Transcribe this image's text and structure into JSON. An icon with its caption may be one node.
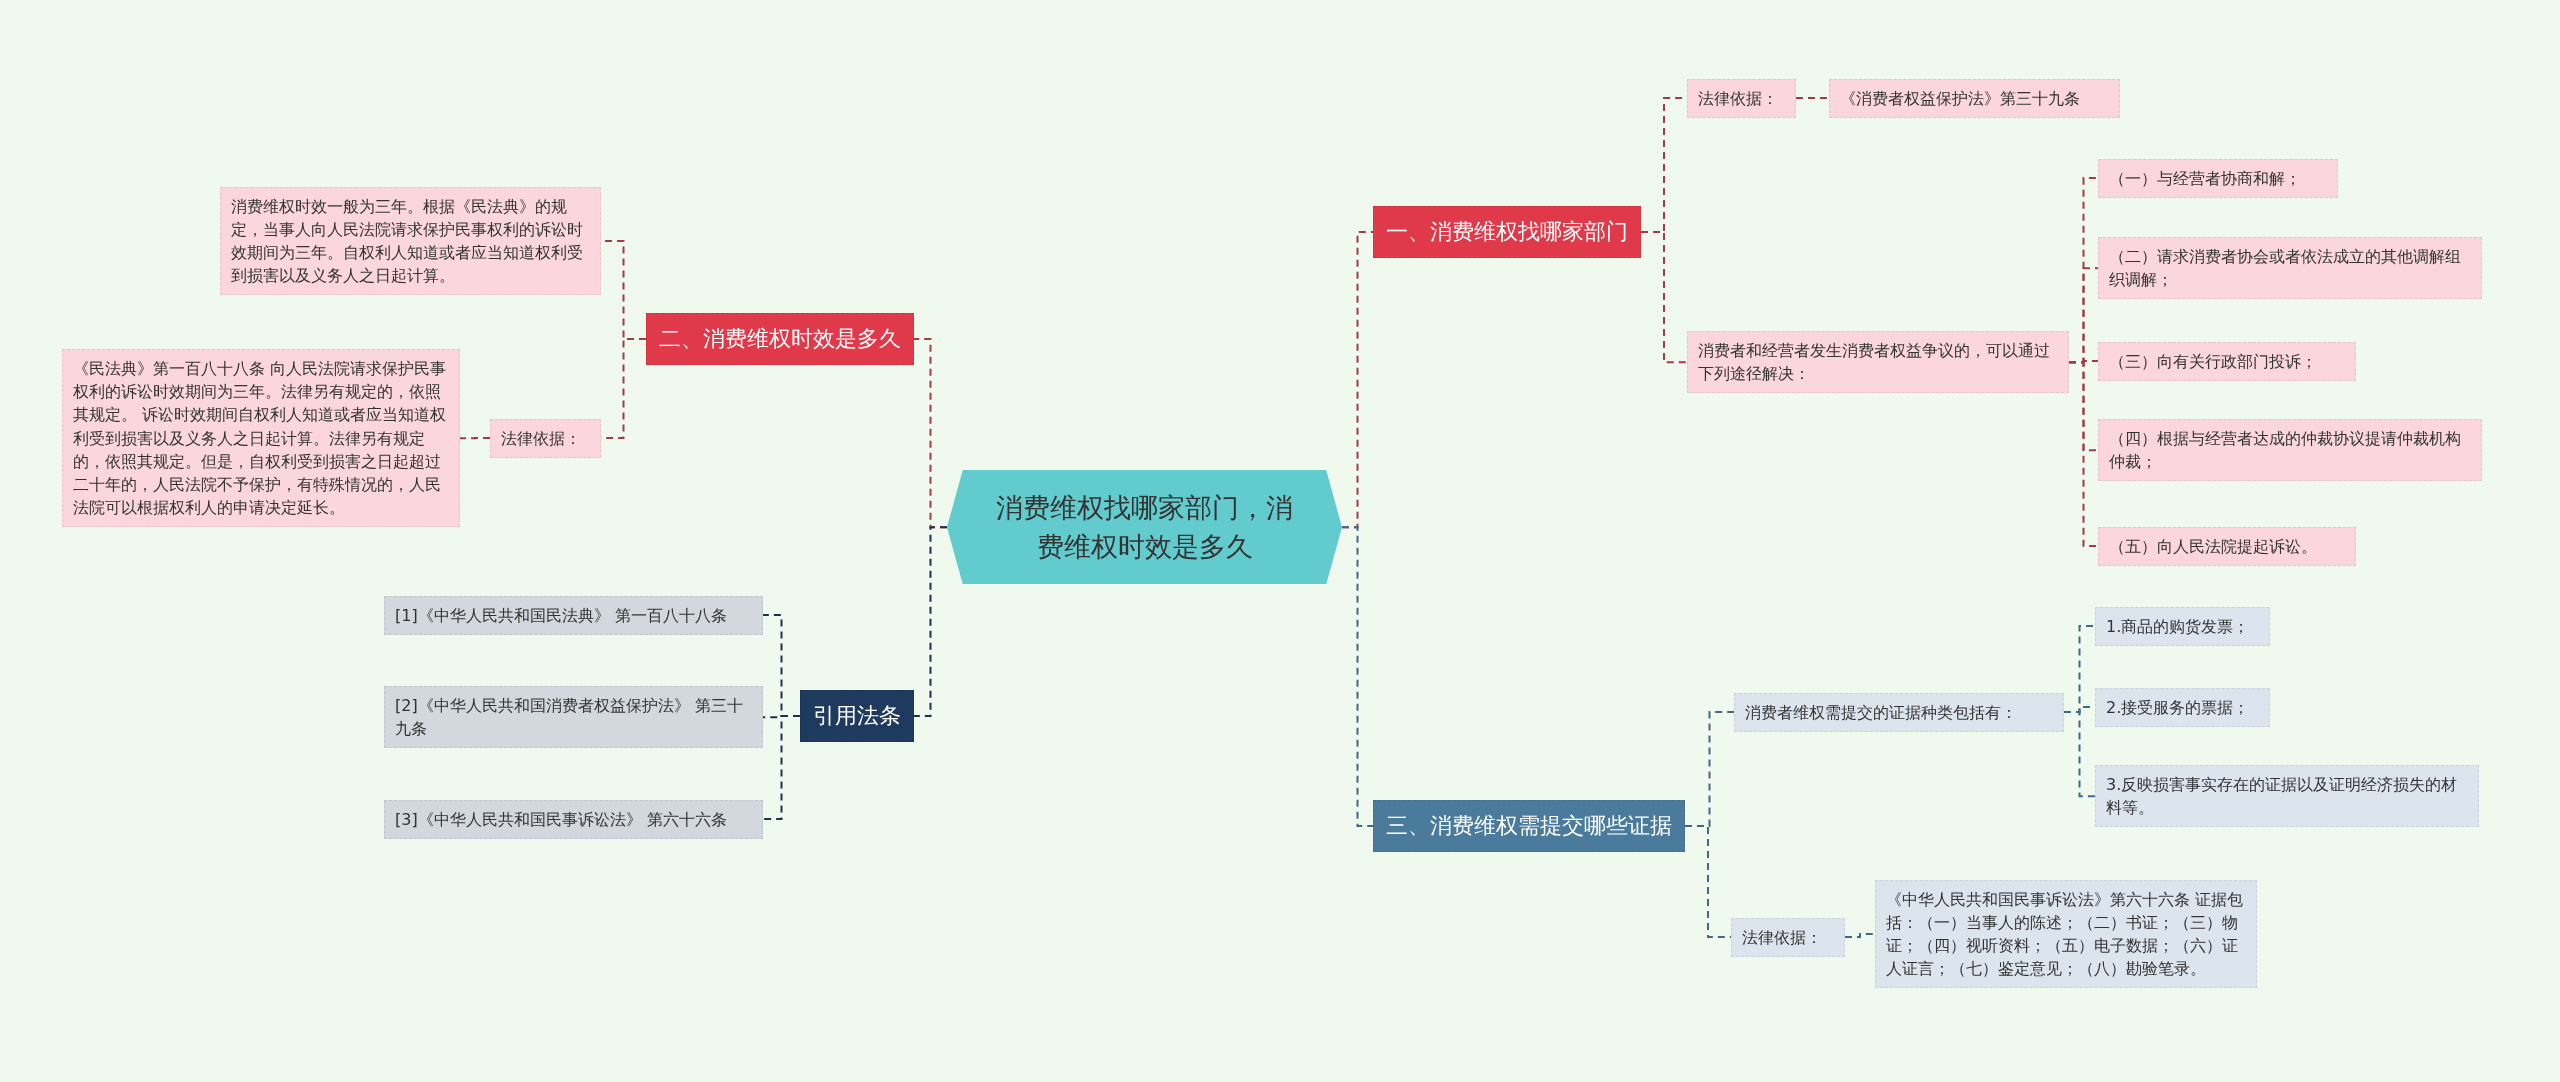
{
  "diagram": {
    "nodes": [
      {
        "text": [
          "消费维权找哪家部门，消费维权时效是多久"
        ]
      },
      {
        "text": [
          "一、消费维权找哪家部门"
        ]
      },
      {
        "text": [
          "法律依据："
        ]
      },
      {
        "text": [
          "《消费者权益保护法》第三十九条"
        ]
      },
      {
        "text": [
          "消费者和经营者发生消费者权益争议的，可以通过下列途径解决："
        ]
      },
      {
        "text": [
          "（一）与经营者协商和解；"
        ]
      },
      {
        "text": [
          "（二）请求消费者协会或者依法成立的其他调解组织调解；"
        ]
      },
      {
        "text": [
          "（三）向有关行政部门投诉；"
        ]
      },
      {
        "text": [
          "（四）根据与经营者达成的仲裁协议提请仲裁机构仲裁；"
        ]
      },
      {
        "text": [
          "（五）向人民法院提起诉讼。"
        ]
      },
      {
        "text": [
          "三、消费维权需提交哪些证据"
        ]
      },
      {
        "text": [
          "消费者维权需提交的证据种类包括有："
        ]
      },
      {
        "text": [
          "1.商品的购货发票；"
        ]
      },
      {
        "text": [
          "2.接受服务的票据；"
        ]
      },
      {
        "text": [
          "3.反映损害事实存在的证据以及证明经济损失的材料等。"
        ]
      },
      {
        "text": [
          "法律依据："
        ]
      },
      {
        "text": [
          "《中华人民共和国民事诉讼法》第六十六条 证据包括：（一）当事人的陈述；（二）书证；（三）物证；（四）视听资料；（五）电子数据；（六）证人证言；（七）鉴定意见；（八）勘验笔录。"
        ]
      },
      {
        "text": [
          "二、消费维权时效是多久"
        ]
      },
      {
        "text": [
          "消费维权时效一般为三年。根据《民法典》的规定，当事人向人民法院请求保护民事权利的诉讼时效期间为三年。自权利人知道或者应当知道权利受到损害以及义务人之日起计算。"
        ]
      },
      {
        "text": [
          "法律依据："
        ]
      },
      {
        "text": [
          "《民法典》第一百八十八条 向人民法院请求保护民事权利的诉讼时效期间为三年。法律另有规定的，依照其规定。 诉讼时效期间自权利人知道或者应当知道权利受到损害以及义务人之日起计算。法律另有规定的，依照其规定。但是，自权利受到损害之日起超过二十年的，人民法院不予保护，有特殊情况的，人民法院可以根据权利人的申请决定延长。"
        ]
      },
      {
        "text": [
          "引用法条"
        ]
      },
      {
        "text": [
          "[1]《中华人民共和国民法典》 第一百八十八条"
        ]
      },
      {
        "text": [
          "[2]《中华人民共和国消费者权益保护法》 第三十九条"
        ]
      },
      {
        "text": [
          "[3]《中华人民共和国民事诉讼法》 第六十六条"
        ]
      }
    ],
    "edges": [
      {
        "from": 0,
        "to": 1,
        "arrow": "none",
        "style": "dashed"
      },
      {
        "from": 1,
        "to": 2,
        "arrow": "none",
        "style": "dashed"
      },
      {
        "from": 2,
        "to": 3,
        "arrow": "none",
        "style": "dashed"
      },
      {
        "from": 1,
        "to": 4,
        "arrow": "none",
        "style": "dashed"
      },
      {
        "from": 4,
        "to": 5,
        "arrow": "none",
        "style": "dashed"
      },
      {
        "from": 4,
        "to": 6,
        "arrow": "none",
        "style": "dashed"
      },
      {
        "from": 4,
        "to": 7,
        "arrow": "none",
        "style": "dashed"
      },
      {
        "from": 4,
        "to": 8,
        "arrow": "none",
        "style": "dashed"
      },
      {
        "from": 4,
        "to": 9,
        "arrow": "none",
        "style": "dashed"
      },
      {
        "from": 0,
        "to": 10,
        "arrow": "none",
        "style": "dashed",
        "color": "#3e6a8a"
      },
      {
        "from": 10,
        "to": 11,
        "arrow": "none",
        "style": "dashed",
        "color": "#3e6a8a"
      },
      {
        "from": 11,
        "to": 12,
        "arrow": "none",
        "style": "dashed",
        "color": "#3e6a8a"
      },
      {
        "from": 11,
        "to": 13,
        "arrow": "none",
        "style": "dashed",
        "color": "#3e6a8a"
      },
      {
        "from": 11,
        "to": 14,
        "arrow": "none",
        "style": "dashed",
        "color": "#3e6a8a"
      },
      {
        "from": 10,
        "to": 15,
        "arrow": "none",
        "style": "dashed",
        "color": "#3e6a8a"
      },
      {
        "from": 15,
        "to": 16,
        "arrow": "none",
        "style": "dashed",
        "color": "#3e6a8a"
      },
      {
        "from": 0,
        "to": 17,
        "arrow": "none",
        "style": "dashed"
      },
      {
        "from": 17,
        "to": 18,
        "arrow": "none",
        "style": "dashed"
      },
      {
        "from": 17,
        "to": 19,
        "arrow": "none",
        "style": "dashed"
      },
      {
        "from": 19,
        "to": 20,
        "arrow": "none",
        "style": "dashed"
      },
      {
        "from": 0,
        "to": 21,
        "arrow": "none",
        "style": "dashed",
        "color": "#1e3050"
      },
      {
        "from": 21,
        "to": 22,
        "arrow": "none",
        "style": "dashed",
        "color": "#1e3050"
      },
      {
        "from": 21,
        "to": 23,
        "arrow": "none",
        "style": "dashed",
        "color": "#1e3050"
      },
      {
        "from": 21,
        "to": 24,
        "arrow": "none",
        "style": "dashed",
        "color": "#1e3050"
      }
    ]
  }
}
